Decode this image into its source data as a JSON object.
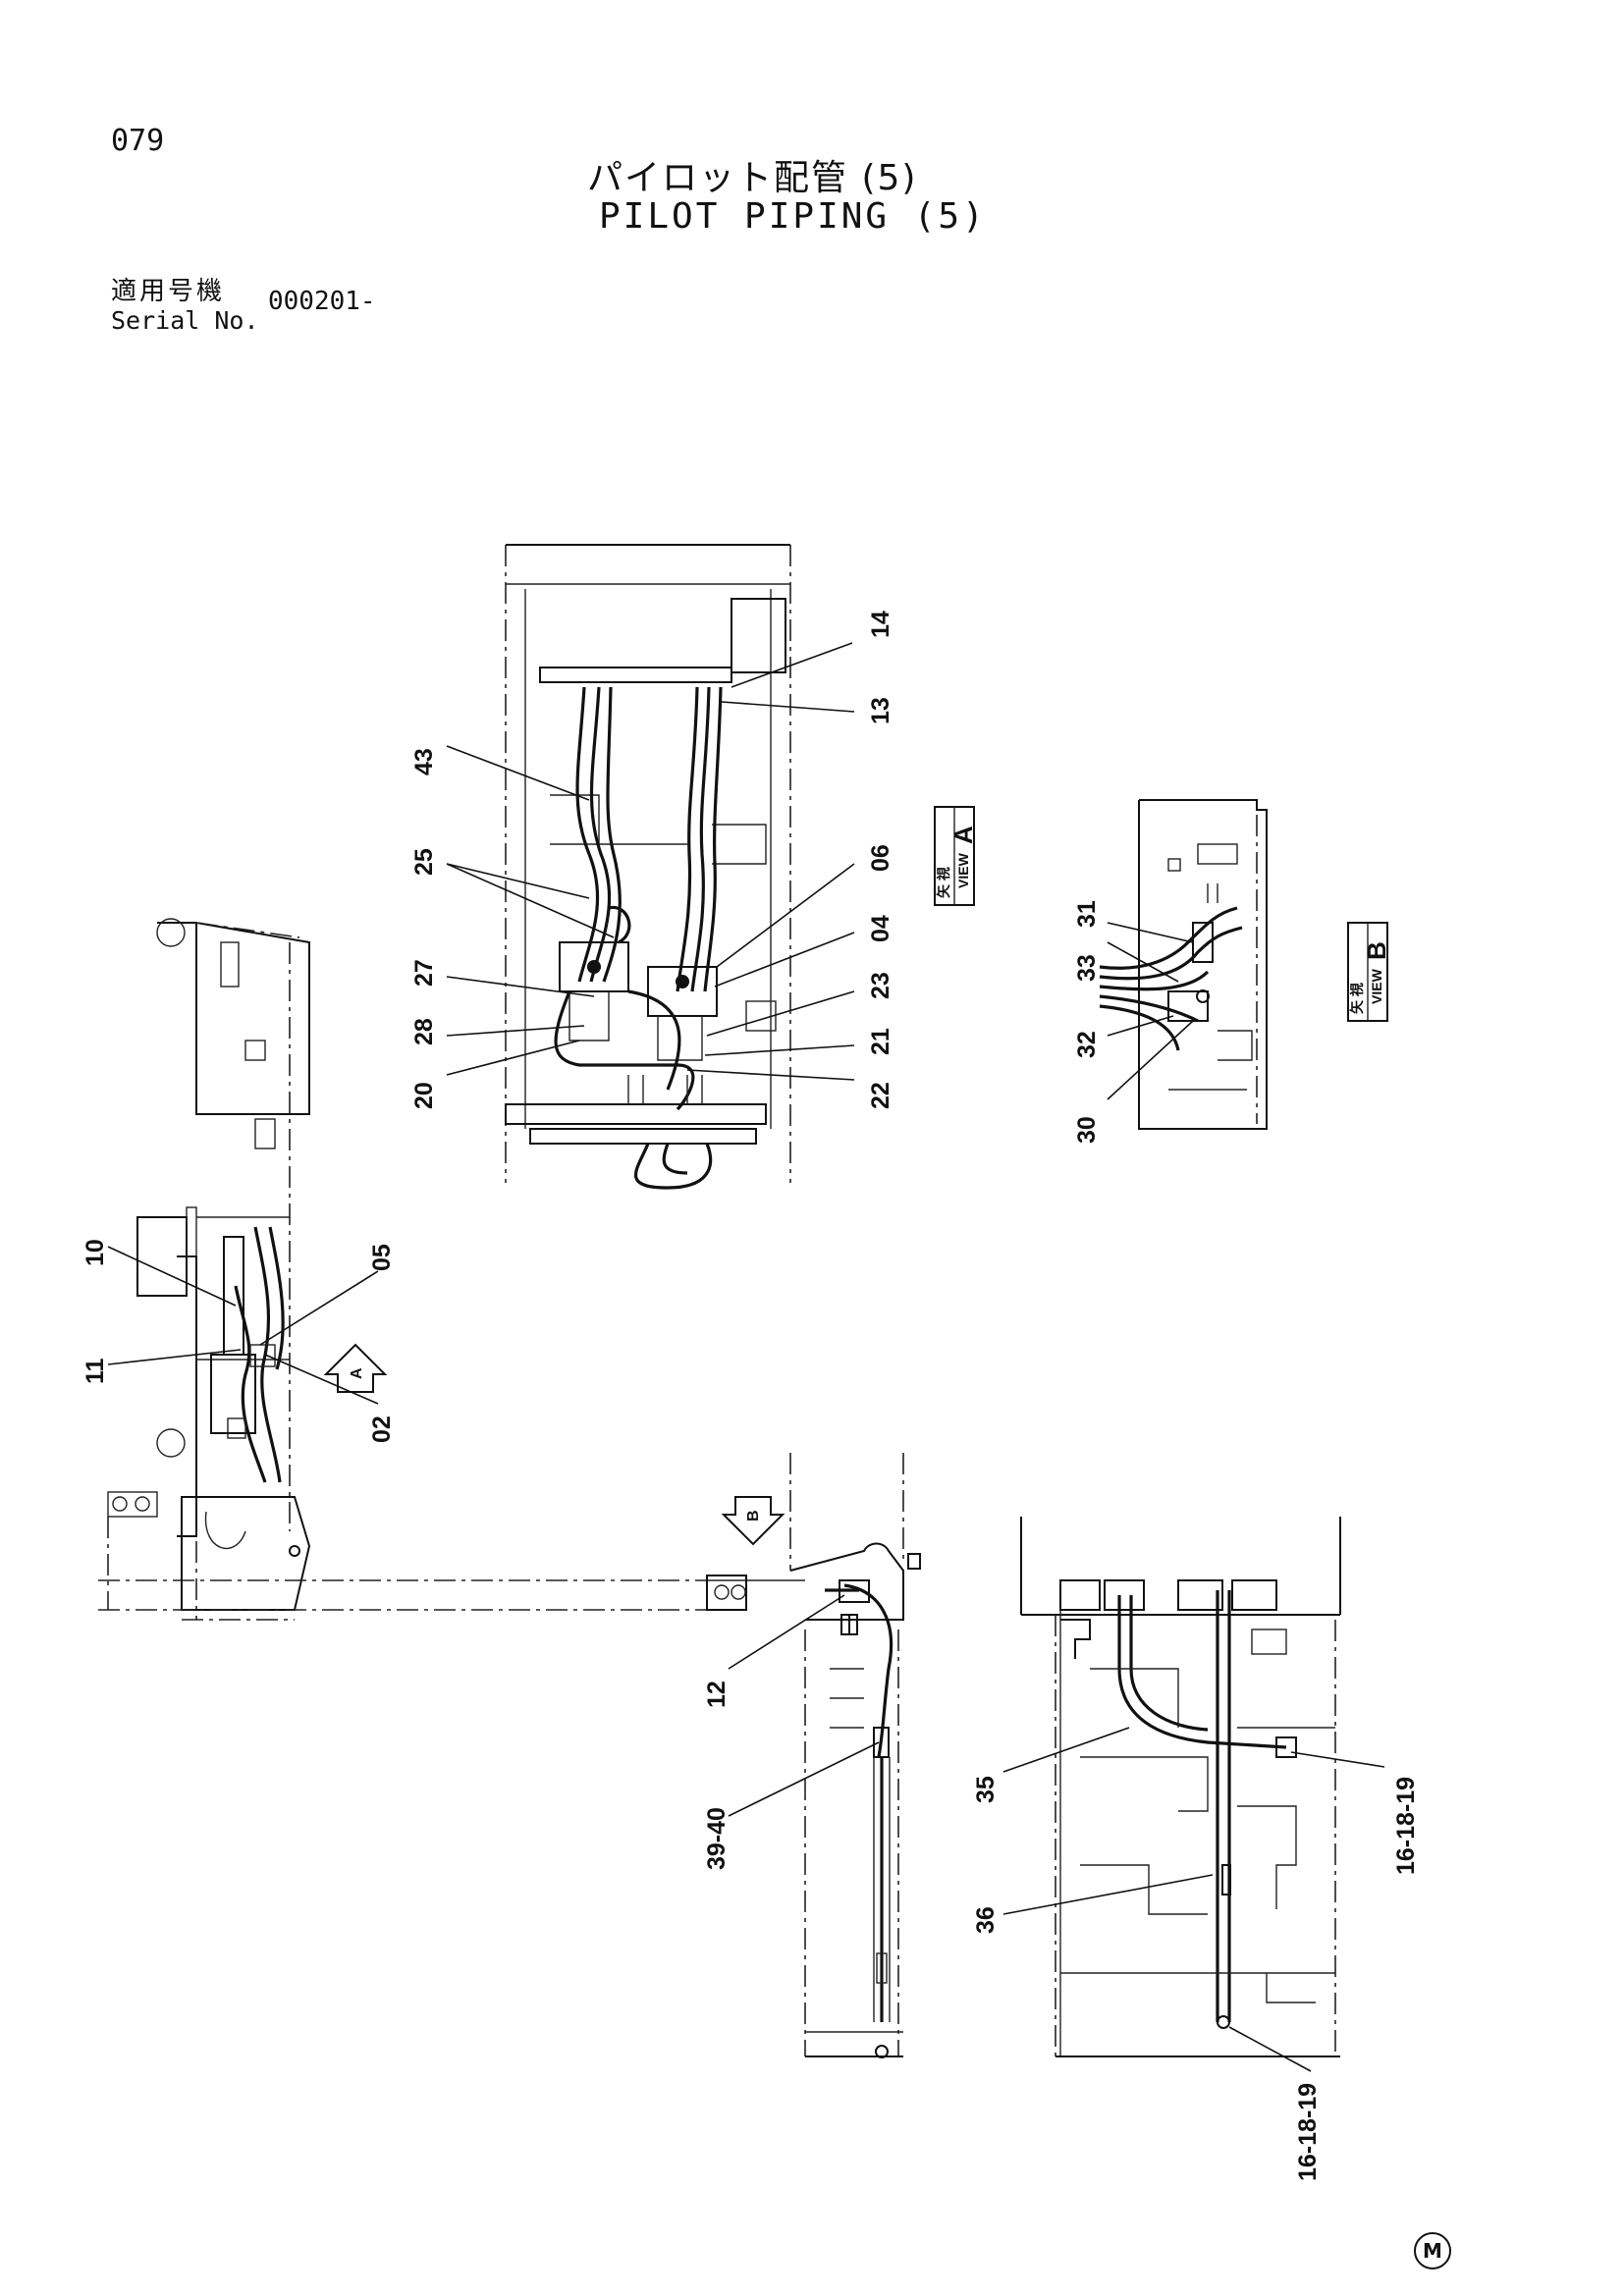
{
  "header": {
    "page_number": "079",
    "title_jp": "パイロット配管 (5)",
    "title_en": "PILOT PIPING (5)",
    "serial_label_jp": "適用号機",
    "serial_label_en": "Serial No.",
    "serial_value": "000201-"
  },
  "views": {
    "view_a": {
      "label_jp": "矢 視",
      "label_en": "VIEW",
      "letter": "A"
    },
    "view_b": {
      "label_jp": "矢 視",
      "label_en": "VIEW",
      "letter": "B"
    },
    "arrow_a": "A",
    "arrow_b": "B"
  },
  "callouts": {
    "c14": "14",
    "c13": "13",
    "c43": "43",
    "c25": "25",
    "c06": "06",
    "c04": "04",
    "c27": "27",
    "c23": "23",
    "c28": "28",
    "c21": "21",
    "c20": "20",
    "c22": "22",
    "c31": "31",
    "c33": "33",
    "c32": "32",
    "c30": "30",
    "c10": "10",
    "c05": "05",
    "c11": "11",
    "c02": "02",
    "c12": "12",
    "c39_40": "39-40",
    "c35": "35",
    "c36": "36",
    "c16_18_19_a": "16-18-19",
    "c16_18_19_b": "16-18-19"
  },
  "footer": {
    "marker": "M"
  }
}
